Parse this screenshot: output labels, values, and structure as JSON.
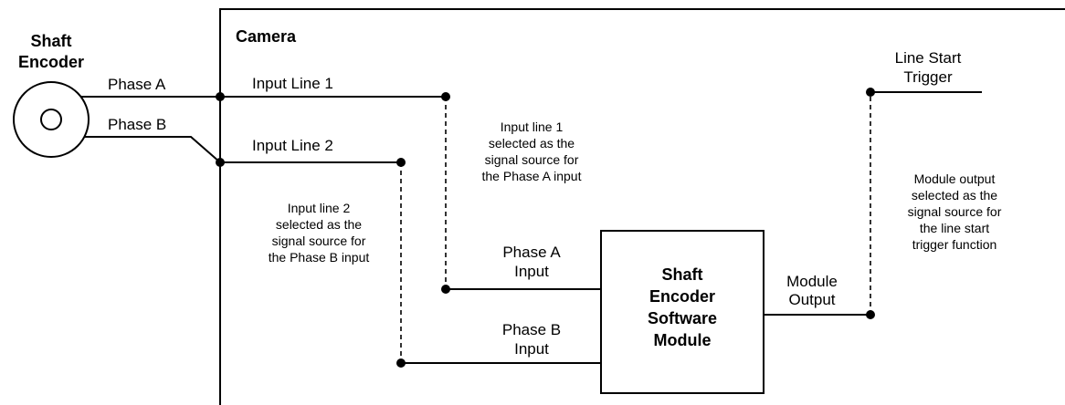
{
  "encoder": {
    "title_line1": "Shaft",
    "title_line2": "Encoder"
  },
  "wires": {
    "phase_a": "Phase A",
    "phase_b": "Phase B"
  },
  "camera": {
    "title": "Camera"
  },
  "inputs": {
    "line1": "Input Line 1",
    "line2": "Input Line 2"
  },
  "notes": {
    "line1_selection": [
      "Input line 1",
      "selected as the",
      "signal source for",
      "the Phase A input"
    ],
    "line2_selection": [
      "Input line 2",
      "selected as the",
      "signal source for",
      "the Phase B input"
    ],
    "output_selection": [
      "Module output",
      "selected as the",
      "signal source for",
      "the line start",
      "trigger function"
    ]
  },
  "module": {
    "title_lines": [
      "Shaft",
      "Encoder",
      "Software",
      "Module"
    ],
    "phase_a_input": [
      "Phase A",
      "Input"
    ],
    "phase_b_input": [
      "Phase B",
      "Input"
    ],
    "output": [
      "Module",
      "Output"
    ]
  },
  "trigger": {
    "lines": [
      "Line Start",
      "Trigger"
    ]
  }
}
